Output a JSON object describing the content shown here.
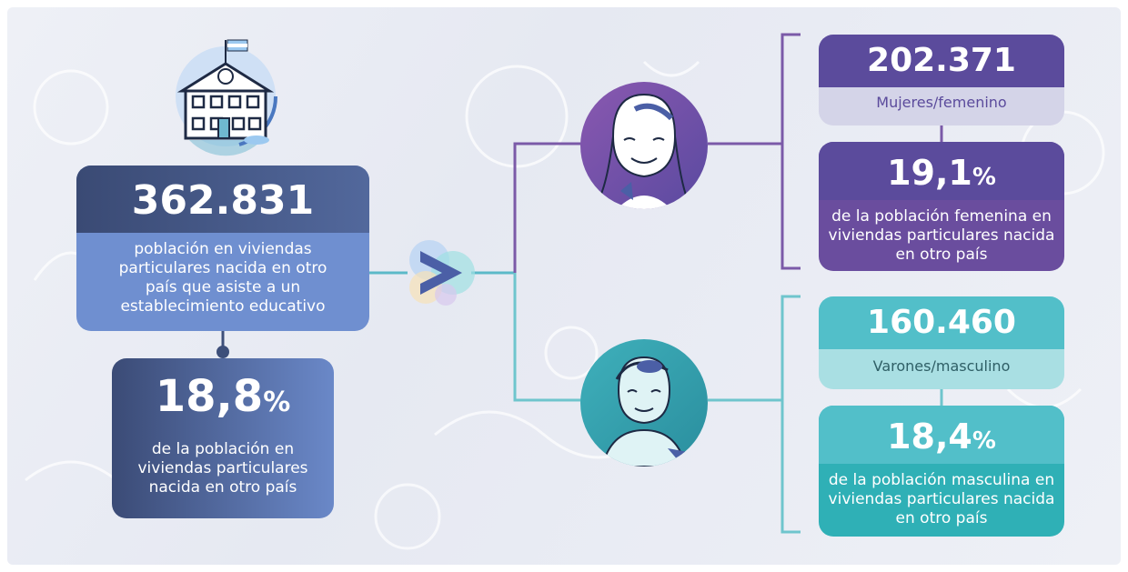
{
  "total": {
    "value": "362.831",
    "description": "población en viviendas particulares nacida en otro país que asiste a un establecimiento educativo",
    "percent": "18,8",
    "percent_sign": "%",
    "percent_description": "de la población en viviendas particulares nacida en otro país"
  },
  "women": {
    "value": "202.371",
    "label": "Mujeres/femenino",
    "percent": "19,1",
    "percent_sign": "%",
    "percent_description": "de la población femenina en viviendas particulares nacida en otro país"
  },
  "men": {
    "value": "160.460",
    "label": "Varones/masculino",
    "percent": "18,4",
    "percent_sign": "%",
    "percent_description": "de la población masculina en viviendas particulares nacida en otro país"
  },
  "colors": {
    "navy": "#3d4f7a",
    "blue": "#6f8fd0",
    "purple": "#6a4d9e",
    "lavender": "#d4d4e8",
    "teal": "#52bfc9",
    "light_teal": "#a9dfe3"
  }
}
